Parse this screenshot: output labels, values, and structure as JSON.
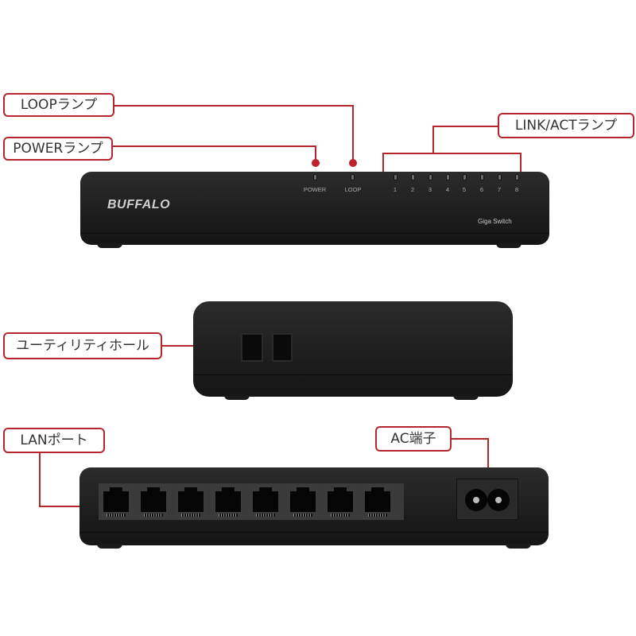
{
  "callouts": {
    "loop_lamp": "LOOPランプ",
    "power_lamp": "POWERランプ",
    "link_act_lamp": "LINK/ACTランプ",
    "utility_hole": "ユーティリティホール",
    "lan_port": "LANポート",
    "ac_terminal": "AC端子"
  },
  "front_panel": {
    "brand": "BUFFALO",
    "model_label": "Giga Switch",
    "led_labels": {
      "power": "POWER",
      "loop": "LOOP",
      "ports": [
        "1",
        "2",
        "3",
        "4",
        "5",
        "6",
        "7",
        "8"
      ]
    }
  },
  "rear_panel": {
    "port_count": 8
  },
  "colors": {
    "accent": "#b5262d",
    "device_body": "#1f1f1f",
    "text": "#333333"
  }
}
